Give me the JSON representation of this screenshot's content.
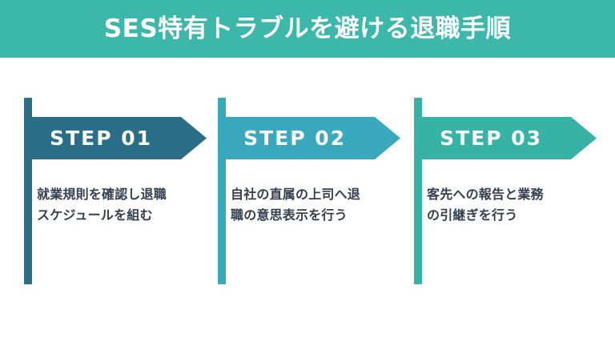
{
  "header": {
    "title": "SES特有トラブルを避ける退職手順",
    "background_color": "#3cb8ab",
    "text_color": "#ffffff"
  },
  "page": {
    "background_color": "#ffffff",
    "body_text_color": "#333f4d"
  },
  "steps": [
    {
      "label": "STEP 01",
      "color": "#2a6e87",
      "description_lines": [
        "就業規則を確認し退職",
        "スケジュールを組む"
      ],
      "description": "就業規則を確認し退職スケジュールを組む"
    },
    {
      "label": "STEP 02",
      "color": "#3aa8bd",
      "description_lines": [
        "自社の直属の上司へ退",
        "職の意思表示を行う"
      ],
      "description": "自社の直属の上司へ退職の意思表示を行う"
    },
    {
      "label": "STEP 03",
      "color": "#37b3a5",
      "description_lines": [
        "客先への報告と業務",
        "の引継ぎを行う"
      ],
      "description": "客先への報告と業務の引継ぎを行う"
    }
  ]
}
